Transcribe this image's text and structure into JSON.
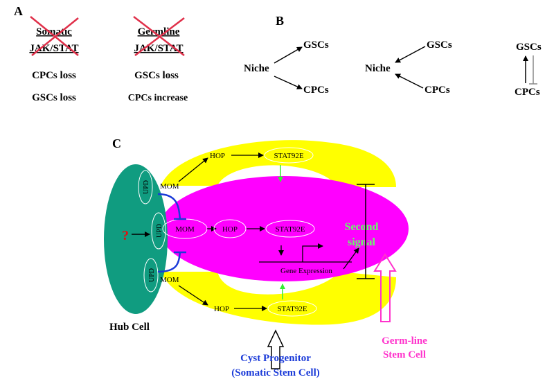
{
  "panel_a": {
    "letter": "A",
    "left": {
      "title1": "Somatic",
      "title2": "JAK/STAT",
      "line1": "CPCs loss",
      "line2": "GSCs loss"
    },
    "right": {
      "title1": "Germline",
      "title2": "JAK/STAT",
      "line1": "GSCs loss",
      "line2": "CPCs increase"
    }
  },
  "panel_b": {
    "letter": "B",
    "d1": {
      "niche": "Niche",
      "gscs": "GSCs",
      "cpcs": "CPCs"
    },
    "d2": {
      "niche": "Niche",
      "gscs": "GSCs",
      "cpcs": "CPCs"
    },
    "d3": {
      "gscs": "GSCs",
      "cpcs": "CPCs"
    }
  },
  "panel_c": {
    "letter": "C",
    "upd": "UPD",
    "mom": "MOM",
    "hop": "HOP",
    "stat": "STAT92E",
    "question": "?",
    "gene_expression": "Gene Expression",
    "second_signal_1": "Second",
    "second_signal_2": "signal",
    "hub_cell": "Hub Cell",
    "cyst_1": "Cyst Progenitor",
    "cyst_2": "(Somatic Stem Cell)",
    "germ_1": "Germ-line",
    "germ_2": "Stem Cell"
  },
  "colors": {
    "hub": "#109c80",
    "somatic": "#ffff00",
    "germline": "#ff00ff",
    "cross": "#e0304a",
    "green_arrow": "#33ee33",
    "blue": "#1a3ad8",
    "green_text": "#66ff66",
    "pink_text": "#ff33cc",
    "question": "#e01010"
  }
}
